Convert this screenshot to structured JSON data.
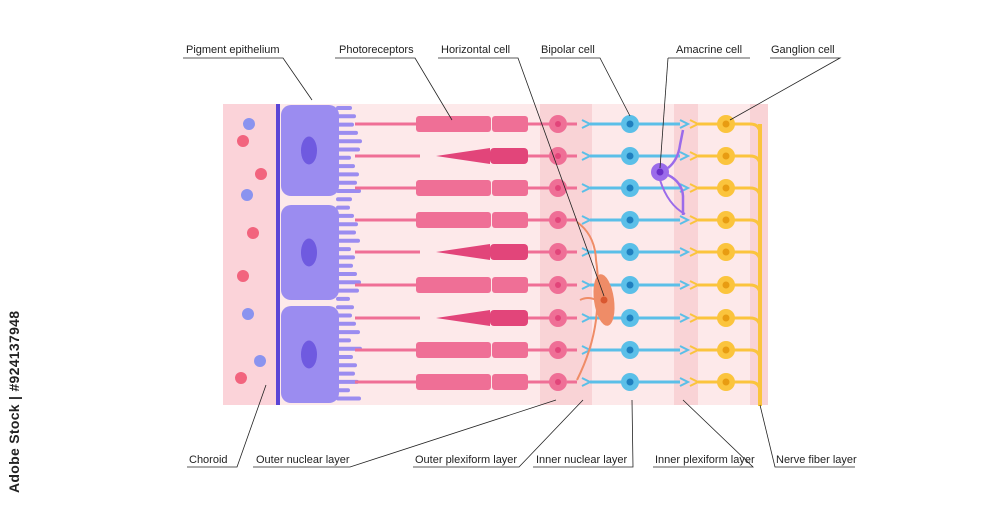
{
  "labels": {
    "pigment_epithelium": "Pigment epithelium",
    "photoreceptors": "Photoreceptors",
    "horizontal_cell": "Horizontal cell",
    "bipolar_cell": "Bipolar cell",
    "amacrine_cell": "Amacrine cell",
    "ganglion_cell": "Ganglion cell",
    "choroid": "Choroid",
    "outer_nuclear_layer": "Outer nuclear layer",
    "outer_plexiform_layer": "Outer plexiform layer",
    "inner_nuclear_layer": "Inner nuclear layer",
    "inner_plexiform_layer": "Inner plexiform layer",
    "nerve_fiber_layer": "Nerve fiber layer"
  },
  "watermark": "Adobe Stock | #924137948",
  "colors": {
    "choroid_bg": "#fbd3d9",
    "retina_bg": "#fde9ea",
    "band_bg": "#f9d3d6",
    "epithelium": "#9b8cf0",
    "epithelium_nucleus": "#6f5ae0",
    "bruch_membrane": "#5b45d6",
    "photoreceptor": "#ef6f96",
    "photoreceptor_dark": "#e2457a",
    "horizontal": "#ef8c67",
    "bipolar": "#5bbfe8",
    "bipolar_nucleus": "#1f7fbf",
    "amacrine": "#9b6bea",
    "amacrine_nucleus": "#6a2fc9",
    "ganglion": "#fbc43d",
    "ganglion_nucleus": "#e89c12",
    "choroid_dot_pink": "#f2647e",
    "choroid_dot_blue": "#8a93ef"
  },
  "photoreceptor_types": [
    "rod",
    "cone",
    "rod",
    "rod",
    "cone",
    "rod",
    "cone",
    "rod",
    "rod"
  ]
}
